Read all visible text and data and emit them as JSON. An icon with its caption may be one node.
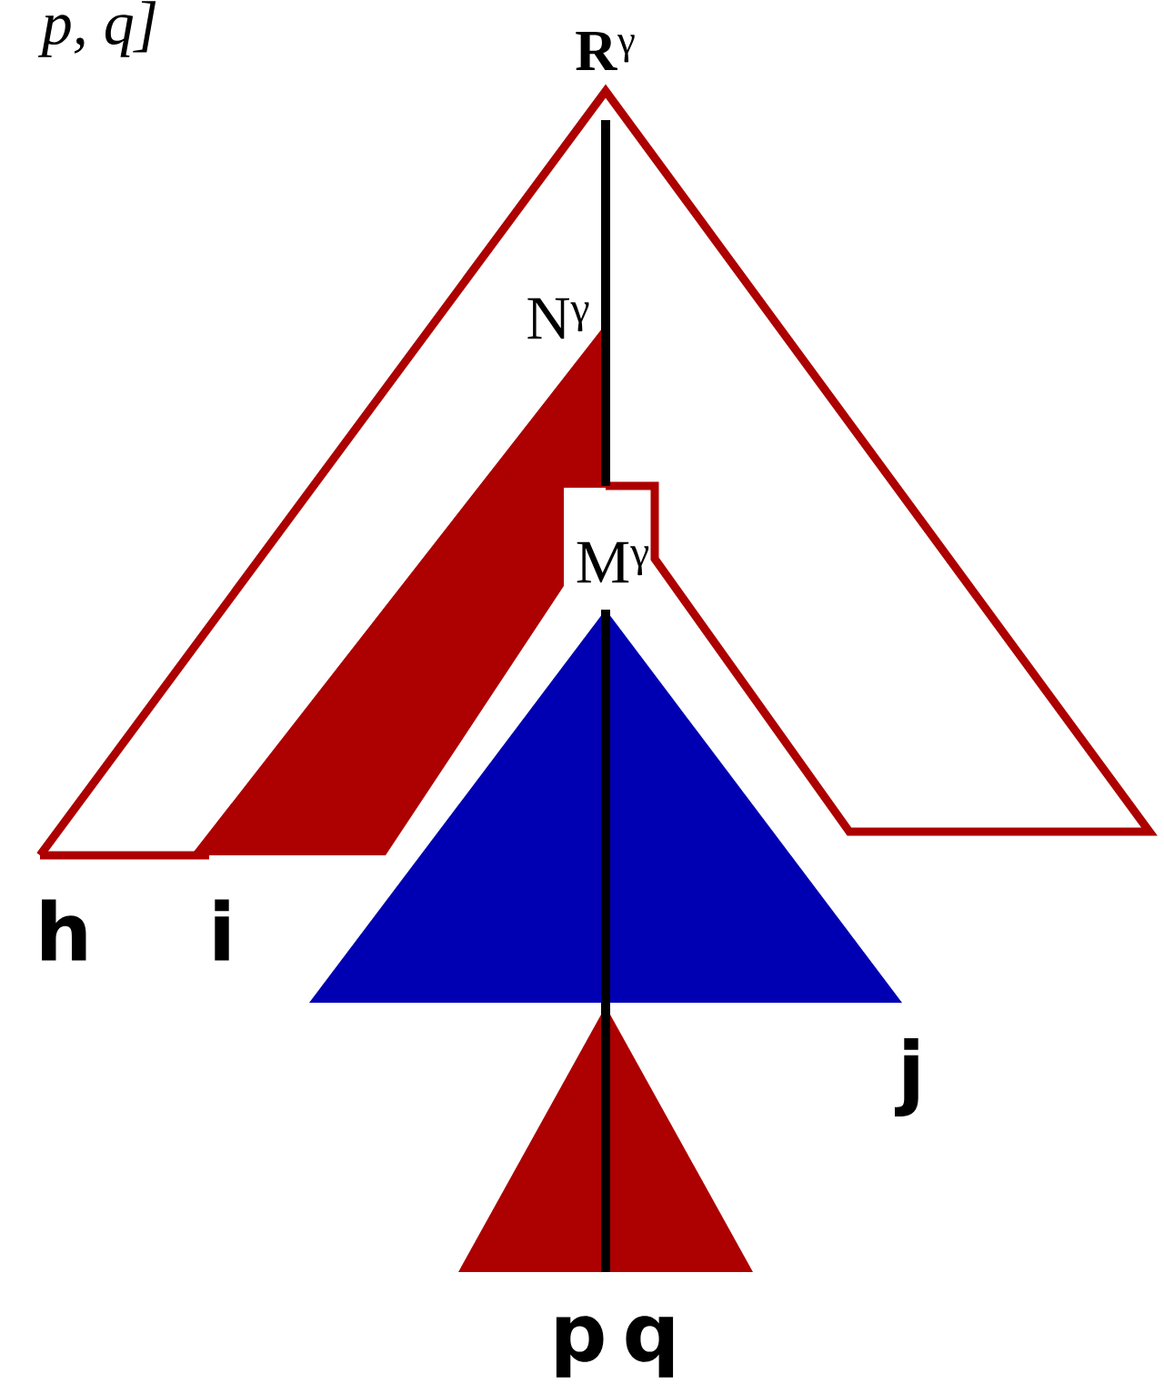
{
  "diagram": {
    "labels": [
      "*p, q]*",
      "**R**$^{γ}$",
      "N$^{γ}$",
      "M$^{γ}$",
      "h",
      "i",
      "j",
      "p",
      "q"
    ]
  }
}
